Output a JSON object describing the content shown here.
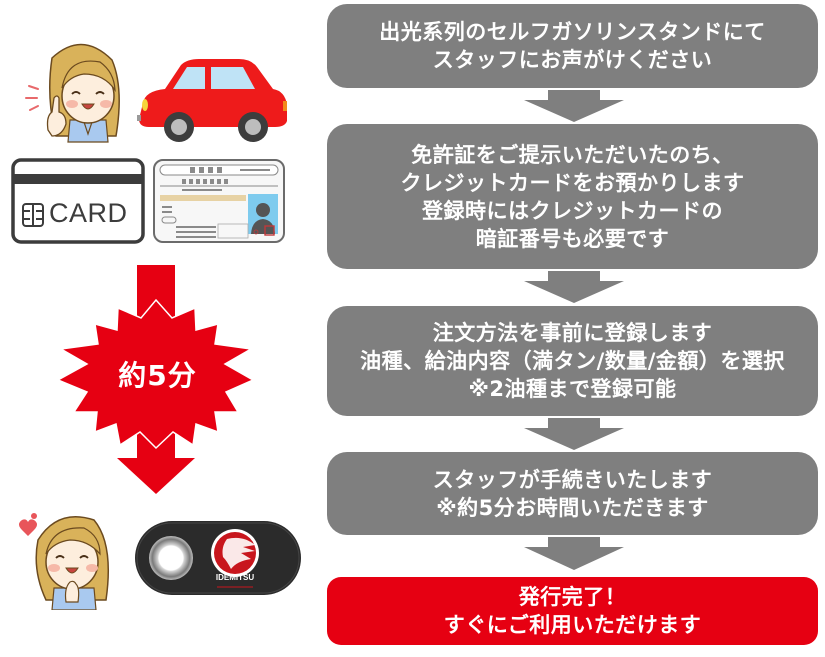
{
  "flow": {
    "steps": [
      {
        "lines": [
          "出光系列のセルフガソリンスタンドにて",
          "スタッフにお声がけください"
        ]
      },
      {
        "lines": [
          "免許証をご提示いただいたのち、",
          "クレジットカードをお預かりします",
          "登録時にはクレジットカードの",
          "暗証番号も必要です"
        ]
      },
      {
        "lines": [
          "注文方法を事前に登録します",
          "油種、給油内容（満タン/数量/金額）を選択",
          "※2油種まで登録可能"
        ]
      },
      {
        "lines": [
          "スタッフが手続きいたします",
          "※約5分お時間いただきます"
        ]
      },
      {
        "lines": [
          "発行完了！",
          "すぐにご利用いただけます"
        ]
      }
    ],
    "colors": {
      "step_bg": "#7f7f7f",
      "final_bg": "#e60012",
      "arrow": "#7f7f7f",
      "text": "#ffffff"
    }
  },
  "left_panel": {
    "card_label": "CARD",
    "time_badge": "約5分",
    "brand_label": "IDEMITSU",
    "icons": [
      "woman-pointing-icon",
      "red-car-icon",
      "credit-card-icon",
      "drivers-license-icon",
      "red-down-arrow-icon",
      "starburst-icon",
      "woman-happy-icon",
      "idemitsu-key-tag-icon"
    ],
    "colors": {
      "accent_red": "#e60012",
      "card_outline": "#3c3c3c",
      "key_tag": "#2b2b2b"
    }
  }
}
